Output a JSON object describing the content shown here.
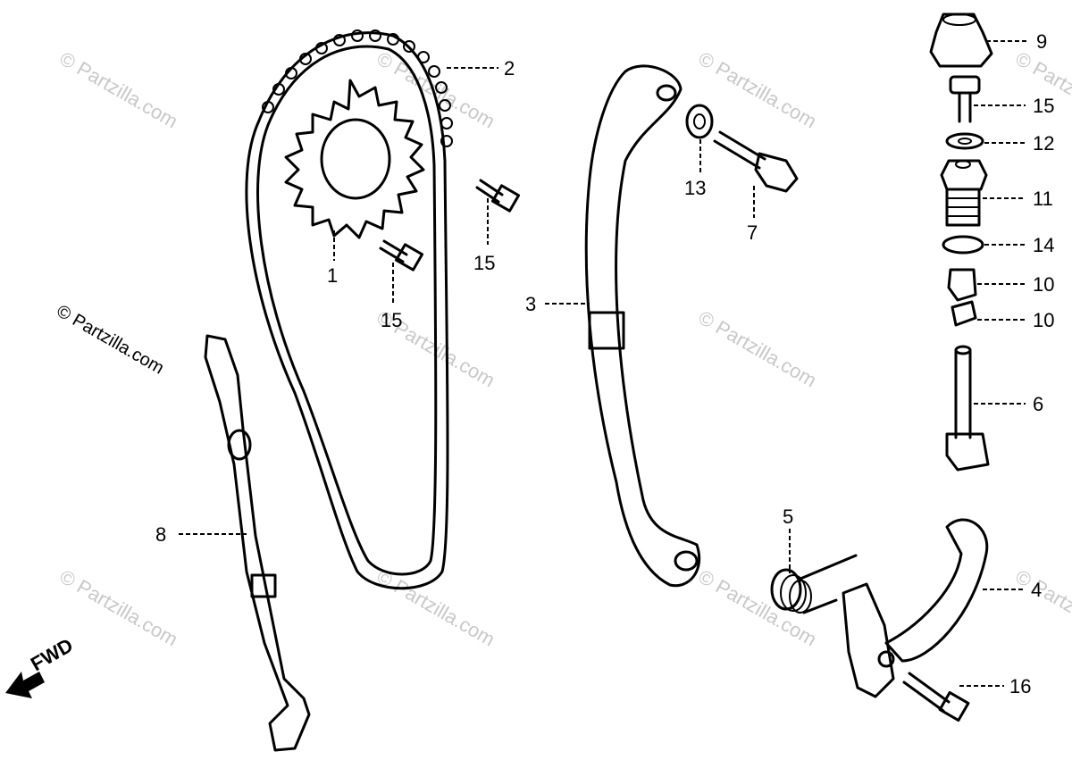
{
  "diagram": {
    "watermark": "© Partzilla.com",
    "direction_label": "FWD",
    "callouts": [
      {
        "id": "1",
        "label": "1"
      },
      {
        "id": "2",
        "label": "2"
      },
      {
        "id": "3",
        "label": "3"
      },
      {
        "id": "4",
        "label": "4"
      },
      {
        "id": "5",
        "label": "5"
      },
      {
        "id": "6",
        "label": "6"
      },
      {
        "id": "7",
        "label": "7"
      },
      {
        "id": "8",
        "label": "8"
      },
      {
        "id": "9",
        "label": "9"
      },
      {
        "id": "10a",
        "label": "10"
      },
      {
        "id": "10b",
        "label": "10"
      },
      {
        "id": "11",
        "label": "11"
      },
      {
        "id": "12",
        "label": "12"
      },
      {
        "id": "13",
        "label": "13"
      },
      {
        "id": "14",
        "label": "14"
      },
      {
        "id": "15a",
        "label": "15"
      },
      {
        "id": "15b",
        "label": "15"
      },
      {
        "id": "15c",
        "label": "15"
      },
      {
        "id": "16",
        "label": "16"
      }
    ]
  }
}
